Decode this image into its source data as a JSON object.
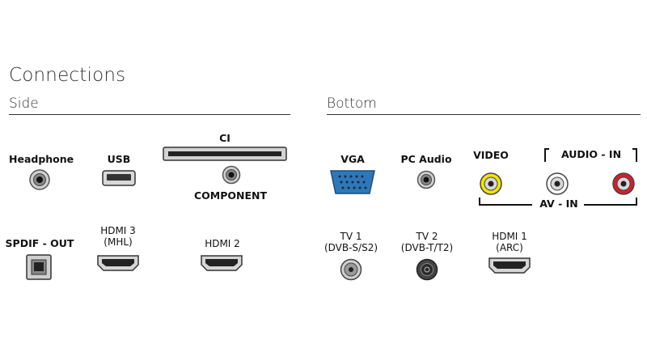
{
  "title": "Connections",
  "side": {
    "heading": "Side",
    "headphone": "Headphone",
    "usb": "USB",
    "ci": "CI",
    "component": "COMPONENT",
    "spdif": "SPDIF - OUT",
    "hdmi3_line1": "HDMI 3",
    "hdmi3_line2": "(MHL)",
    "hdmi2": "HDMI 2"
  },
  "bottom": {
    "heading": "Bottom",
    "vga": "VGA",
    "pc_audio": "PC Audio",
    "video": "VIDEO",
    "audio_in": "AUDIO - IN",
    "av_in": "AV - IN",
    "tv1_line1": "TV 1",
    "tv1_line2": "(DVB-S/S2)",
    "tv2_line1": "TV 2",
    "tv2_line2": "(DVB-T/T2)",
    "hdmi1_line1": "HDMI 1",
    "hdmi1_line2": "(ARC)"
  },
  "colors": {
    "vga_blue": "#2f78b8",
    "video_yellow": "#f2e600",
    "audio_white": "#ffffff",
    "audio_red": "#d81d2a"
  },
  "icons": {
    "headphone_jack": "round-jack-icon",
    "usb_port": "usb-port-icon",
    "ci_slot": "ci-slot-icon",
    "spdif_port": "optical-port-icon",
    "hdmi_port": "hdmi-port-icon",
    "vga_port": "vga-port-icon",
    "rca_port": "rca-port-icon",
    "coax_port": "coax-port-icon"
  }
}
